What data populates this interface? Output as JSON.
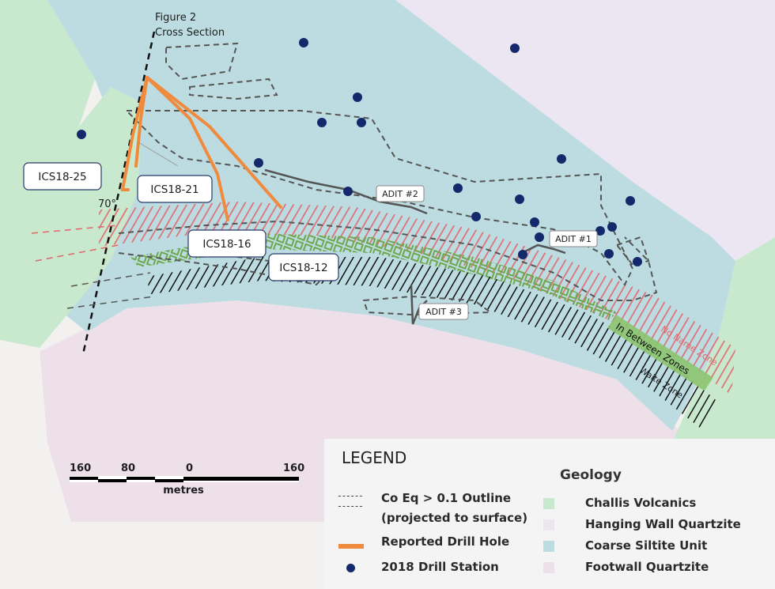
{
  "map": {
    "section_label_line1": "Figure 2",
    "section_label_line2": "Cross Section",
    "dip_label": "70°",
    "drill_holes": [
      "ICS18-25",
      "ICS18-21",
      "ICS18-16",
      "ICS18-12"
    ],
    "adits": [
      "ADIT #2",
      "ADIT #1",
      "ADIT #3"
    ],
    "zones": {
      "no_name": "No Name Zone",
      "in_between": "In Between Zones",
      "waite": "Waite Zone"
    },
    "colors": {
      "challis_volcanics": "#c8e9cd",
      "hanging_wall_quartzite": "#ebe6f1",
      "coarse_siltite": "#bcdce1",
      "footwall_quartzite": "#eee0e9",
      "drill_hole": "#f08a3c",
      "drill_station": "#13296b",
      "no_name_zone": "#e0666c",
      "in_between_zone": "#7fba60",
      "waite_zone": "#111111"
    }
  },
  "scale_bar": {
    "ticks": [
      "160",
      "80",
      "0",
      "160"
    ],
    "unit": "metres"
  },
  "legend": {
    "title": "LEGEND",
    "items": {
      "outline_line1": "Co Eq > 0.1 Outline",
      "outline_line2": "(projected to surface)",
      "drill_hole": "Reported Drill Hole",
      "drill_station": "2018 Drill Station"
    },
    "geology_title": "Geology",
    "geology": [
      "Challis Volcanics",
      "Hanging Wall Quartzite",
      "Coarse Siltite Unit",
      "Footwall Quartzite"
    ]
  }
}
